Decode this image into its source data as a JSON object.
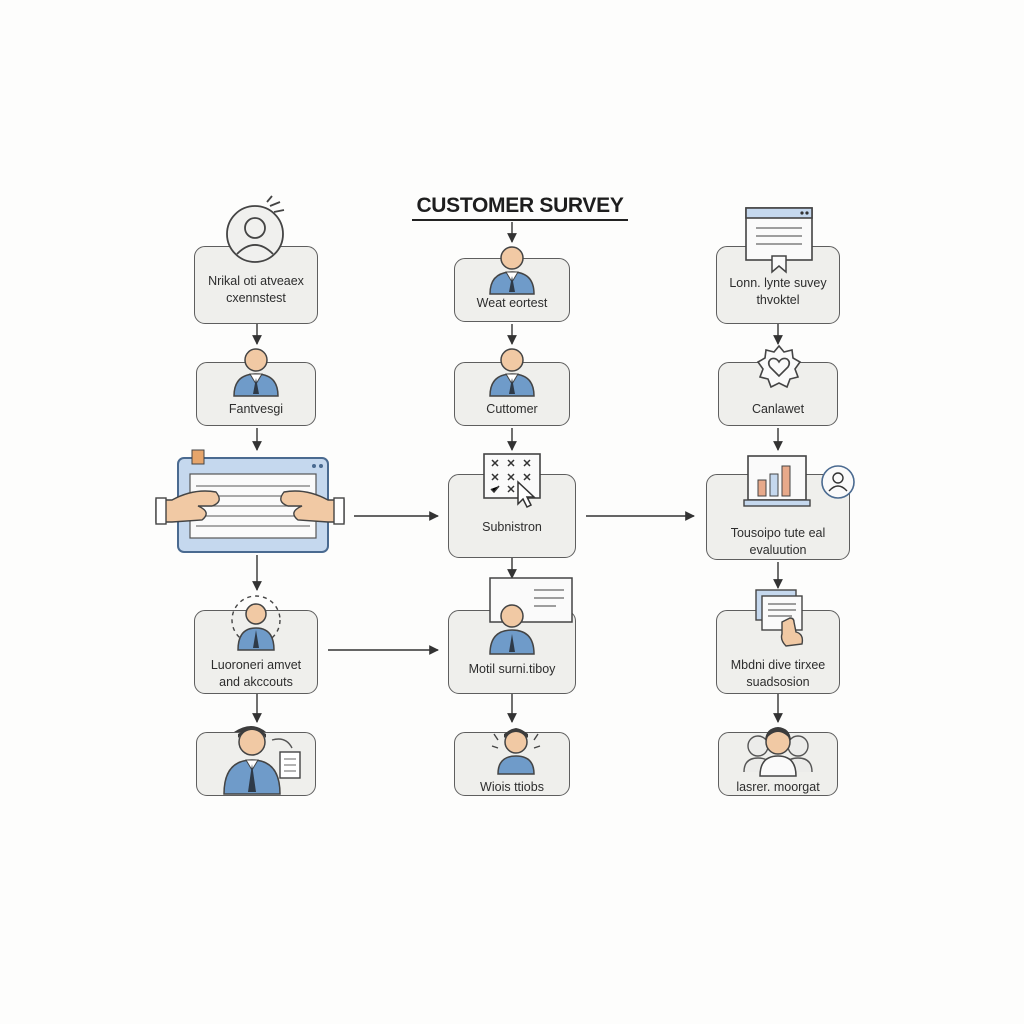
{
  "diagram": {
    "title": "CUSTOMER SURVEY",
    "columns": [
      {
        "nodes": [
          {
            "label": "Nrikal oti atveaex\ncxennstest",
            "icon": "person-icon"
          },
          {
            "label": "Fantvesgi",
            "icon": "businessman-icon"
          },
          {
            "label": "",
            "icon": "survey-form-hands-icon"
          },
          {
            "label": "Luoroneri amvet\nand akccouts",
            "icon": "person-icon"
          },
          {
            "label": "",
            "icon": "businessman-icon"
          }
        ]
      },
      {
        "nodes": [
          {
            "label": "Weat eortest",
            "icon": "businessman-icon"
          },
          {
            "label": "Cuttomer",
            "icon": "businessman-icon"
          },
          {
            "label": "Subnistron",
            "icon": "checklist-cursor-icon"
          },
          {
            "label": "Motil surni.tiboy",
            "icon": "businessman-icon"
          },
          {
            "label": "Wiois ttiobs",
            "icon": "person-icon"
          }
        ]
      },
      {
        "nodes": [
          {
            "label": "Lonn. lynte suvey\nthvoktel",
            "icon": "survey-window-icon"
          },
          {
            "label": "Canlawet",
            "icon": "heart-badge-icon"
          },
          {
            "label": "Tousoipo tute eal\nevaluution",
            "icon": "bar-chart-icon"
          },
          {
            "label": "Mbdni dive tirxee\nsuadsosion",
            "icon": "document-hand-icon"
          },
          {
            "label": "lasrer. moorgat",
            "icon": "team-icon"
          }
        ]
      }
    ],
    "connections": [
      {
        "from": "title",
        "to": "c2n1"
      },
      {
        "from": "c1n1",
        "to": "c1n2"
      },
      {
        "from": "c1n2",
        "to": "c1n3"
      },
      {
        "from": "c1n3",
        "to": "c1n4"
      },
      {
        "from": "c1n4",
        "to": "c1n5"
      },
      {
        "from": "c2n1",
        "to": "c2n2"
      },
      {
        "from": "c2n2",
        "to": "c2n3"
      },
      {
        "from": "c2n3",
        "to": "c2n4"
      },
      {
        "from": "c2n4",
        "to": "c2n5"
      },
      {
        "from": "c3n1",
        "to": "c3n2"
      },
      {
        "from": "c3n2",
        "to": "c3n3"
      },
      {
        "from": "c3n3",
        "to": "c3n4"
      },
      {
        "from": "c3n4",
        "to": "c3n5"
      },
      {
        "from": "c1n3",
        "to": "c2n3"
      },
      {
        "from": "c2n3",
        "to": "c3n3"
      },
      {
        "from": "c1n4",
        "to": "c2n4"
      }
    ],
    "colors": {
      "node_fill": "#efefec",
      "node_border": "#5e5e5e",
      "accent_blue": "#6f9bc9",
      "skin": "#f1c9a4",
      "chart_bar": "#e7a98a"
    }
  }
}
